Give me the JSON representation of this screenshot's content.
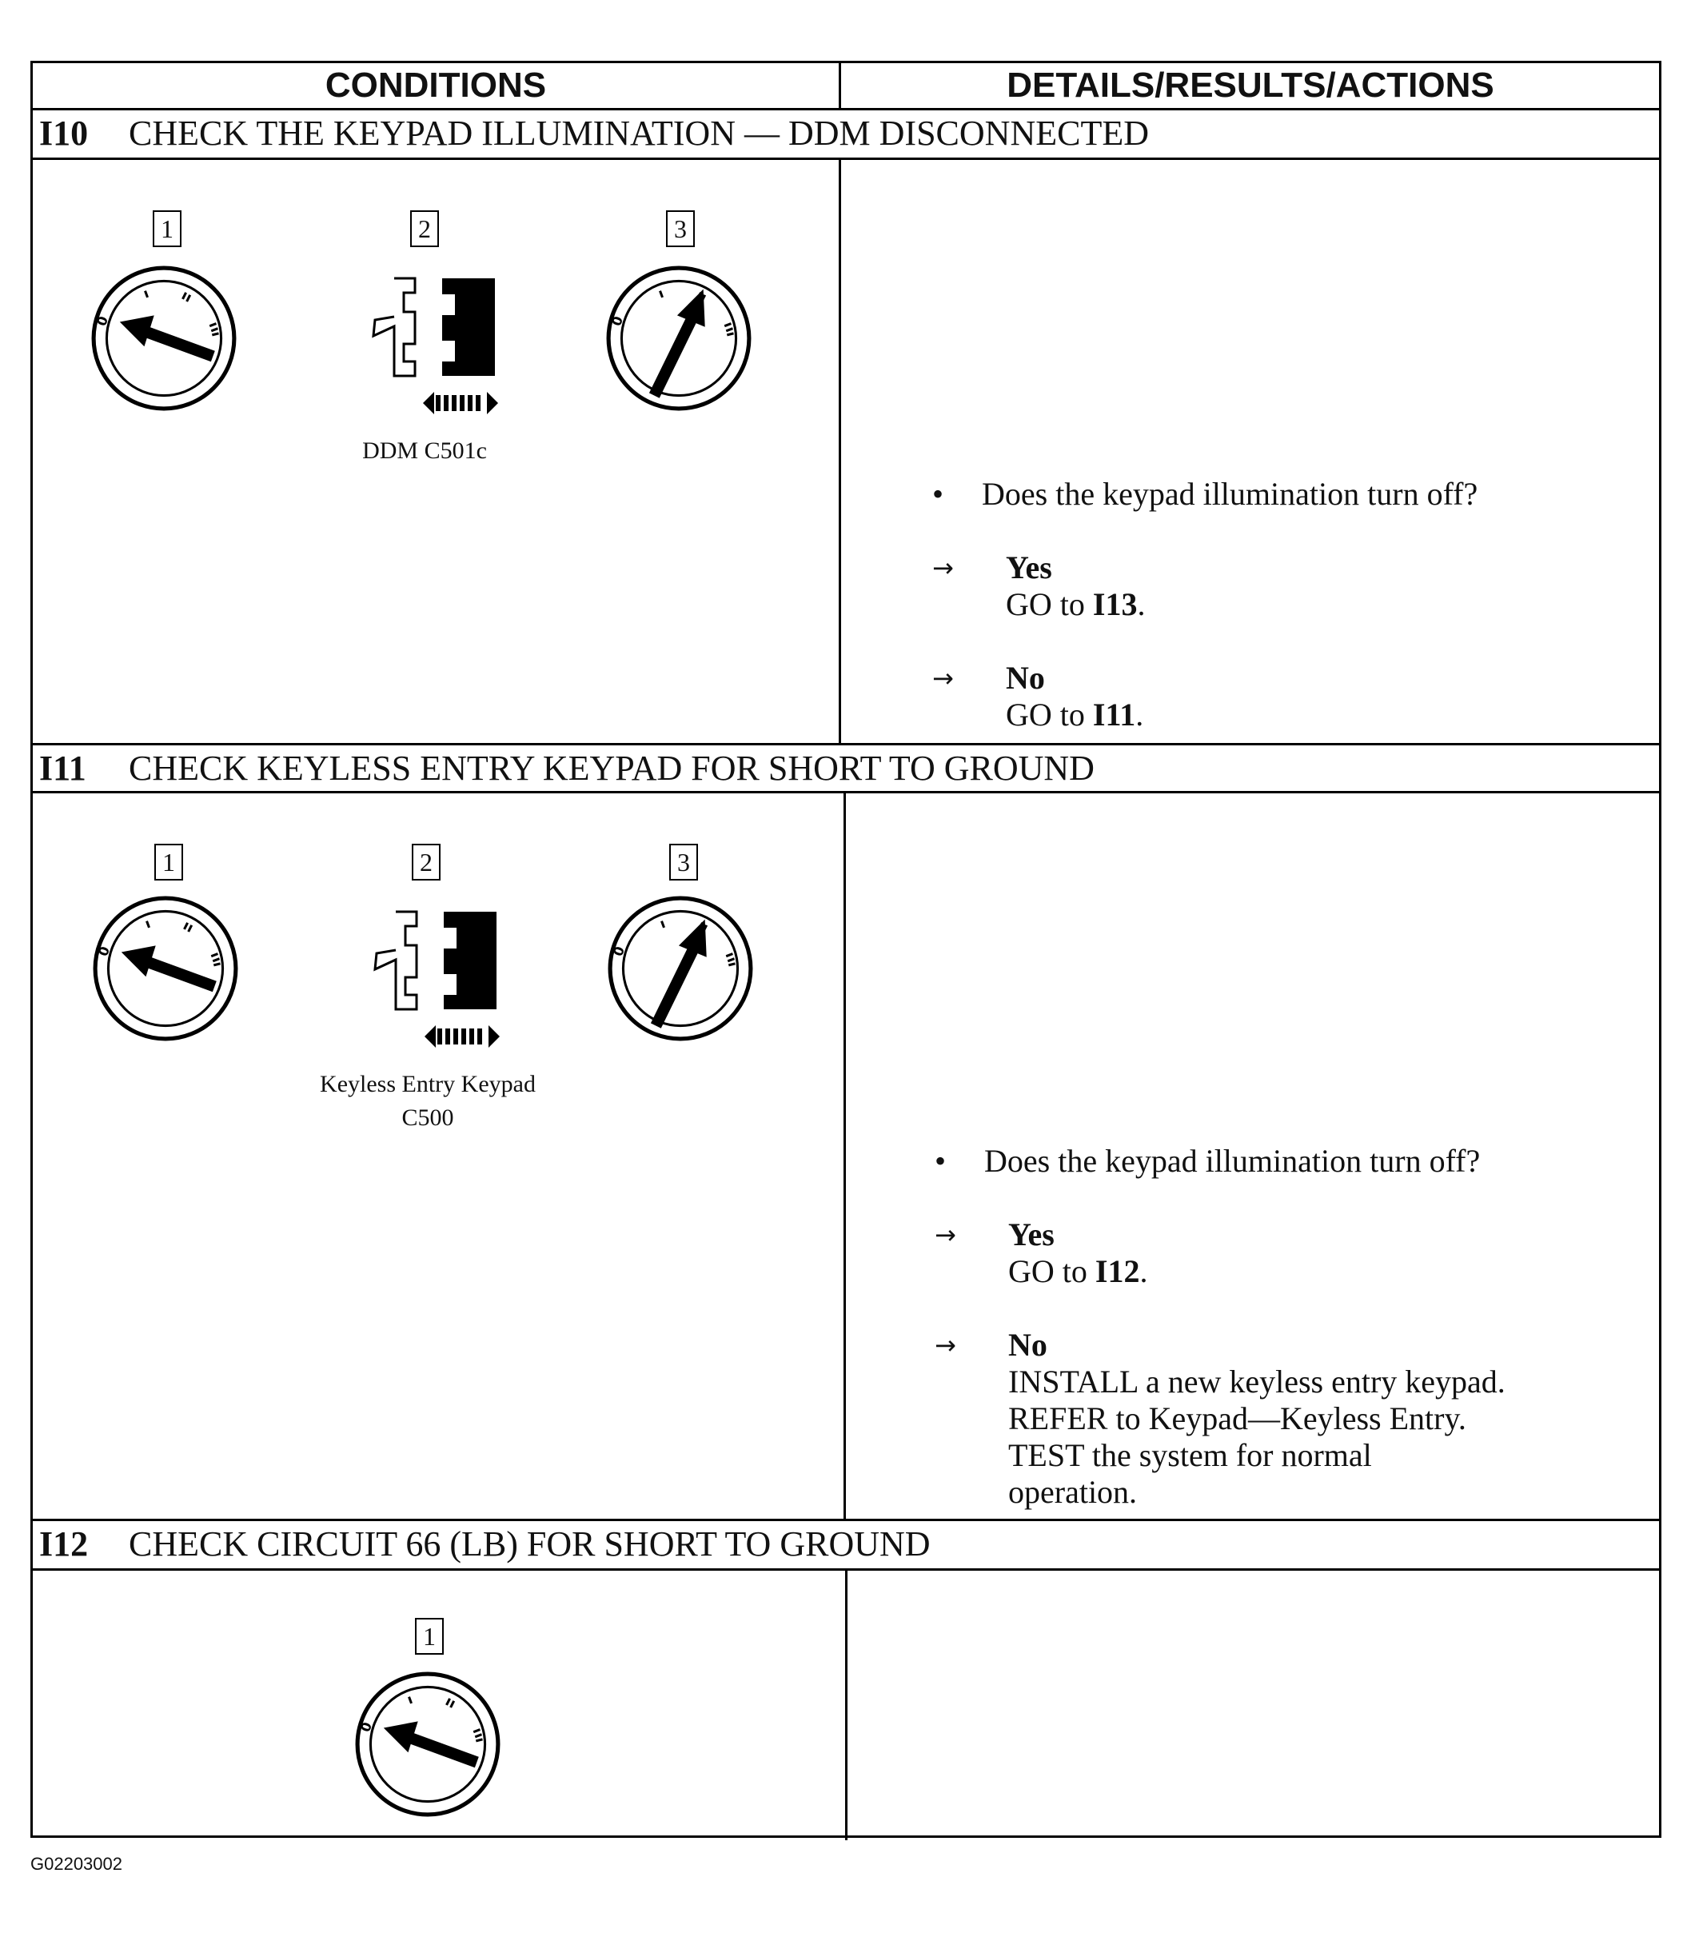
{
  "headers": {
    "conditions": "CONDITIONS",
    "details": "DETAILS/RESULTS/ACTIONS"
  },
  "steps": [
    {
      "id": "I10",
      "title": "CHECK THE KEYPAD ILLUMINATION — DDM DISCONNECTED",
      "badges": [
        "1",
        "2",
        "3"
      ],
      "figure_label": "DDM C501c",
      "question": "Does the keypad illumination turn off?",
      "yes_label": "Yes",
      "yes_action": "GO to",
      "yes_target": "I13",
      "no_label": "No",
      "no_action": "GO to",
      "no_target": "I11"
    },
    {
      "id": "I11",
      "title": "CHECK KEYLESS ENTRY KEYPAD FOR SHORT TO GROUND",
      "badges": [
        "1",
        "2",
        "3"
      ],
      "figure_label_line1": "Keyless Entry Keypad",
      "figure_label_line2": "C500",
      "question": "Does the keypad illumination turn off?",
      "yes_label": "Yes",
      "yes_action": "GO to",
      "yes_target": "I12",
      "no_label": "No",
      "no_lines": [
        "INSTALL a new keyless entry keypad.",
        "REFER to Keypad—Keyless Entry.",
        "TEST the system for normal",
        "operation."
      ]
    },
    {
      "id": "I12",
      "title": "CHECK CIRCUIT 66 (LB) FOR SHORT TO GROUND",
      "badges": [
        "1"
      ]
    }
  ],
  "icons": {
    "ignition_off": "ignition-switch-off-icon",
    "ignition_run": "ignition-switch-run-icon",
    "connector": "connector-disconnect-icon"
  },
  "bullet": "•",
  "arrow": "→",
  "footer": "G02203002"
}
